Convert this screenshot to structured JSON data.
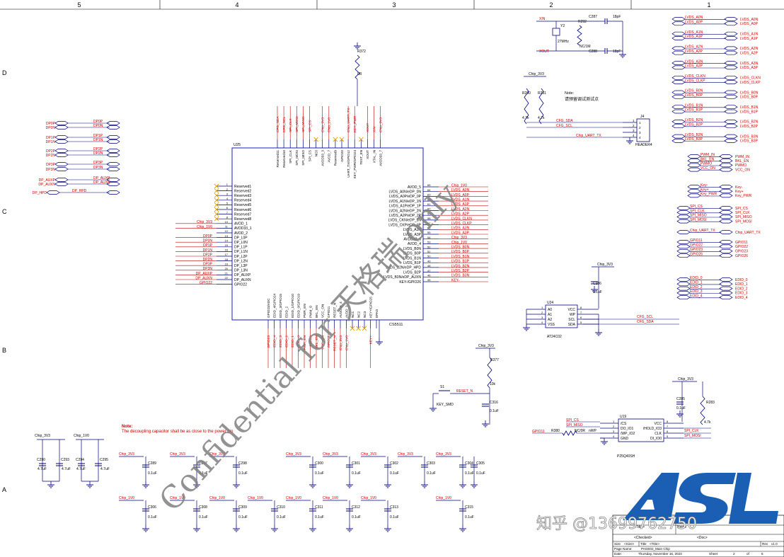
{
  "border": {
    "columns": [
      "5",
      "4",
      "3",
      "2",
      "1"
    ],
    "rows": [
      "D",
      "C",
      "B",
      "A"
    ]
  },
  "chip": {
    "ref": "U25",
    "part": "CS5511",
    "left_pins": [
      {
        "num": "1",
        "name": "Reserved1"
      },
      {
        "num": "2",
        "name": "Reserved2"
      },
      {
        "num": "3",
        "name": "Reserved3"
      },
      {
        "num": "4",
        "name": "Reserved4"
      },
      {
        "num": "5",
        "name": "Reserved5"
      },
      {
        "num": "6",
        "name": "Reserved6"
      },
      {
        "num": "7",
        "name": "Reserved7"
      },
      {
        "num": "8",
        "name": "Reserved8"
      },
      {
        "num": "10",
        "name": "AVDD_1"
      },
      {
        "num": "11",
        "name": "AVDD33_1"
      },
      {
        "num": "12",
        "name": "AVDD_2"
      },
      {
        "num": "13",
        "name": "DP_L0P"
      },
      {
        "num": "14",
        "name": "DP_L0N"
      },
      {
        "num": "15",
        "name": "DP_L1P"
      },
      {
        "num": "16",
        "name": "DP_L1N"
      },
      {
        "num": "17",
        "name": "DP_L2P"
      },
      {
        "num": "18",
        "name": "DP_L2N"
      },
      {
        "num": "19",
        "name": "DP_L3P"
      },
      {
        "num": "20",
        "name": "DP_L3N"
      },
      {
        "num": "21",
        "name": "DP_AUXP"
      },
      {
        "num": "22",
        "name": "DP_AUXN"
      },
      {
        "num": "",
        "name": "GPIO22"
      }
    ],
    "left_nets": [
      "",
      "",
      "",
      "",
      "",
      "",
      "",
      "",
      "Chip_3V3",
      "Chip_1V0",
      "",
      "DP0P",
      "DP0N",
      "DP1P",
      "DP1N",
      "DP2P",
      "DP2N",
      "DP3P",
      "DP3N",
      "DP_AUXP",
      "DP_AUXN",
      "GPIO22"
    ],
    "right_pins": [
      {
        "num": "65",
        "name": "AVDD_5"
      },
      {
        "num": "64",
        "name": "LVDS_A0N/eDP_0N"
      },
      {
        "num": "63",
        "name": "LVDS_A0P/eDP_0P"
      },
      {
        "num": "62",
        "name": "LVDS_A1N/eDP_1N"
      },
      {
        "num": "61",
        "name": "LVDS_A1P/eDP_1P"
      },
      {
        "num": "60",
        "name": "LVDS_A2N/eDP_2N"
      },
      {
        "num": "59",
        "name": "LVDS_A2P/eDP_2P"
      },
      {
        "num": "58",
        "name": "LVDS_CKN/eDP_3N"
      },
      {
        "num": "57",
        "name": "LVDS_CKP/eDP_3P"
      },
      {
        "num": "56",
        "name": "LVDS_A3N"
      },
      {
        "num": "55",
        "name": "LVDS_A3P"
      },
      {
        "num": "54",
        "name": "AVDD33_6"
      },
      {
        "num": "53",
        "name": "AVDD_4"
      },
      {
        "num": "52",
        "name": "LVDS_B0N"
      },
      {
        "num": "51",
        "name": "LVDS_B0P"
      },
      {
        "num": "50",
        "name": "LVDS_B1N"
      },
      {
        "num": "49",
        "name": "LVDS_B1P"
      },
      {
        "num": "48",
        "name": "LVDS_B2N/eDP_HPD"
      },
      {
        "num": "47",
        "name": "LVDS_B2P"
      },
      {
        "num": "46",
        "name": "LVDS_B3N/eDP_AUXN"
      },
      {
        "num": "45",
        "name": "KEY-/GPIO26"
      }
    ],
    "right_nets": [
      "Chip_1V0",
      "LVDS_A0N",
      "LVDS_A0P",
      "LVDS_A1N",
      "LVDS_A1P",
      "LVDS_A2N",
      "LVDS_A2P",
      "LVDS_CLKN",
      "LVDS_CLKP",
      "LVDS_A3N",
      "LVDS_A3P",
      "Chip_3V3",
      "Chip_1V0",
      "LVDS_B0N",
      "LVDS_B0P",
      "LVDS_B1N",
      "LVDS_B1P",
      "LVDS_B2N",
      "LVDS_B2P",
      "LVDS_B3N",
      "KEY-"
    ],
    "top_pins": [
      "Reserved11",
      "Reserved10",
      "SPI_CLK",
      "SPI_MOSI",
      "SPI_MISO",
      "SPI_CS",
      "NC0",
      "AVDD33_3",
      "AVDD_7",
      "Reserved9",
      "GPIO20",
      "UART_TX/GPIO12",
      "KEY_PWR/GPIO24",
      "TEST_EN",
      "XOUT",
      "XTAL_IN",
      "AVDD33_7"
    ],
    "top_nets": [
      "CFG_SDA",
      "CFG_SCL",
      "SPI_CLK",
      "SPI_MOSI",
      "SPI_MISO",
      "SPI_CS",
      "",
      "Chip_3V3",
      "Chip_1V0",
      "",
      "",
      "Chip_UART_TX",
      "KEY_PWR",
      "",
      "XOUT",
      "XIN",
      "Chip_3V3"
    ],
    "bottom_pins": [
      "GPIO23/ADC",
      "EDID_4/GPIO24",
      "EDID_3/GPIO15",
      "EDID_2",
      "EDID_1/GPIO10",
      "EDID_0/GPIO19",
      "PWR_EN",
      "PWM_O",
      "BKL_EN",
      "VCC_ON",
      "GPIO11",
      "RESET_N",
      "AVDD33_4",
      "AVDD_3",
      "NC1",
      "NC2",
      "NC3",
      "KEY+/GPIO25",
      "EPAD"
    ],
    "bottom_nets": [
      "GPIO23",
      "EDID_4",
      "EDID_3",
      "EDID_2",
      "EDID_1",
      "EDID_0",
      "PWR_EN",
      "PWMO",
      "BKL_EN",
      "VCC_ON",
      "GPIO11",
      "RESET_N",
      "Chip_3V3",
      "Chip_1V0",
      "",
      "",
      "",
      "KEY+",
      ""
    ]
  },
  "dp_connector": {
    "ports": [
      {
        "in": "DP0P",
        "out": "DP0P"
      },
      {
        "in": "DP0N",
        "out": "DP0N"
      },
      {
        "in": "DP1P",
        "out": "DP1P"
      },
      {
        "in": "DP1N",
        "out": "DP1N"
      },
      {
        "in": "DP2P",
        "out": "DP2P"
      },
      {
        "in": "DP2N",
        "out": "DP2N"
      },
      {
        "in": "DP3P",
        "out": "DP3P"
      },
      {
        "in": "DP3N",
        "out": "DP3N"
      },
      {
        "in": "DP_AUXP",
        "out": "DP_AUXP"
      },
      {
        "in": "DP_AUXN",
        "out": "DP_AUXN"
      },
      {
        "in": "DP_HPD",
        "out": "DP_HPD"
      }
    ]
  },
  "lvds_ports": [
    {
      "in": "LVDS_A0N",
      "out": "LVDS_A0N"
    },
    {
      "in": "LVDS_A0P",
      "out": "LVDS_A0P"
    },
    {
      "in": "LVDS_A1N",
      "out": "LVDS_A1N"
    },
    {
      "in": "LVDS_A1P",
      "out": "LVDS_A1P"
    },
    {
      "in": "LVDS_A2N",
      "out": "LVDS_A2N"
    },
    {
      "in": "LVDS_A2P",
      "out": "LVDS_A2P"
    },
    {
      "in": "LVDS_A3N",
      "out": "LVDS_A3N"
    },
    {
      "in": "LVDS_A3P",
      "out": "LVDS_A3P"
    },
    {
      "in": "LVDS_CLKN",
      "out": "LVDS_CLKN"
    },
    {
      "in": "LVDS_CLKP",
      "out": "LVDS_CLKP"
    },
    {
      "in": "LVDS_B0N",
      "out": "LVDS_B0N"
    },
    {
      "in": "LVDS_B0P",
      "out": "LVDS_B0P"
    },
    {
      "in": "LVDS_B1N",
      "out": "LVDS_B1N"
    },
    {
      "in": "LVDS_B1P",
      "out": "LVDS_B1P"
    },
    {
      "in": "LVDS_B2N",
      "out": "LVDS_B2N"
    },
    {
      "in": "LVDS_B2P",
      "out": "LVDS_B2P"
    },
    {
      "in": "LVDS_B3N",
      "out": "LVDS_B3N"
    },
    {
      "in": "LVDS_B3P",
      "out": "LVDS_B3P"
    }
  ],
  "power_ports": [
    {
      "in": "PWM_IN",
      "out": "PWM_IN"
    },
    {
      "in": "BKL_EN",
      "out": "BKL_EN"
    },
    {
      "in": "PWMO",
      "out": "PWMO"
    },
    {
      "in": "VCC_ON",
      "out": "VCC_ON"
    }
  ],
  "key_ports": [
    {
      "in": "Key-",
      "out": "Key-"
    },
    {
      "in": "Key+",
      "out": "Key+"
    },
    {
      "in": "Key_PWR",
      "out": "Key_PWR"
    }
  ],
  "spi_ports": [
    {
      "in": "SPI_CS",
      "out": "SPI_CS"
    },
    {
      "in": "SPI_CLK",
      "out": "SPI_CLK"
    },
    {
      "in": "SPI_MISO",
      "out": "SPI_MISO"
    },
    {
      "in": "SPI_MOSI",
      "out": "SPI_MOSI"
    }
  ],
  "uart_port": {
    "in": "Chip_UART_TX",
    "out": "Chip_UART_TX"
  },
  "gpio_ports": [
    {
      "in": "GPIO11",
      "out": "GPIO11"
    },
    {
      "in": "GPIO22",
      "out": "GPIO22"
    },
    {
      "in": "GPIO23",
      "out": "GPIO23"
    },
    {
      "in": "GPIO26",
      "out": "GPIO26"
    }
  ],
  "edid_ports": [
    {
      "in": "EDID_0",
      "out": "EDID_0"
    },
    {
      "in": "EDID_1",
      "out": "EDID_1"
    },
    {
      "in": "EDID_2",
      "out": "EDID_2"
    },
    {
      "in": "EDID_3",
      "out": "EDID_3"
    },
    {
      "in": "EDID_4",
      "out": "EDID_4"
    }
  ],
  "crystal": {
    "xin": "XIN",
    "xout": "XOUT",
    "ref": "Y2",
    "freq": "27MHz",
    "r_ref": "R292",
    "r_val": "NC/1M",
    "c1_ref": "C287",
    "c1_val": "18pF",
    "c2_ref": "C288",
    "c2_val": "18pF"
  },
  "top_resistor": {
    "ref": "R372",
    "val": "0R"
  },
  "header": {
    "ref": "J4",
    "part": "HEADER4",
    "note_title": "Note:",
    "note_text": "请预留调试测试点",
    "supply": "Chip_3V3",
    "r1_ref": "R290",
    "r1_val": "4.7k",
    "r2_ref": "R291",
    "r2_val": "4.7k",
    "nets": [
      "CFG_SDA",
      "CFG_SCL",
      "Chip_UART_TX"
    ],
    "pins": [
      "1",
      "2",
      "3",
      "4"
    ]
  },
  "eeprom": {
    "ref": "U24",
    "part": "AT24C02",
    "supply": "Chip_3V3",
    "cap_ref": "C286",
    "cap_val": "0.1uF",
    "left": [
      {
        "num": "1",
        "name": "A0"
      },
      {
        "num": "2",
        "name": "A1"
      },
      {
        "num": "3",
        "name": "A2"
      },
      {
        "num": "4",
        "name": "VSS"
      }
    ],
    "right": [
      {
        "num": "8",
        "name": "VCC"
      },
      {
        "num": "7",
        "name": "WP"
      },
      {
        "num": "6",
        "name": "SCL"
      },
      {
        "num": "5",
        "name": "SDA"
      }
    ],
    "nets": [
      "CFG_SCL",
      "CFG_SDA"
    ]
  },
  "reset": {
    "supply": "Chip_3V3",
    "r_ref": "R377",
    "r_val": "10k",
    "sw_ref": "S1",
    "sw_part": "KEY_SMD",
    "net": "RESET_N",
    "cap_ref": "C316",
    "cap_val": "0.1uF"
  },
  "flash": {
    "ref": "U19",
    "part": "P25Q40SH",
    "supply": "Chip_3V3",
    "cap_ref": "C285",
    "cap_val": "0.1uF",
    "r_ref": "R283",
    "r_val": "4.7k",
    "rs_ref": "R380",
    "rs_val": "NC/0R",
    "left": [
      {
        "num": "1",
        "name": "/CS"
      },
      {
        "num": "2",
        "name": "DO_IO1"
      },
      {
        "num": "3",
        "name": "/WP_IO2"
      },
      {
        "num": "4",
        "name": "GND"
      }
    ],
    "right": [
      {
        "num": "8",
        "name": "VCC"
      },
      {
        "num": "7",
        "name": "/HOLD_IO3"
      },
      {
        "num": "6",
        "name": "CLK"
      },
      {
        "num": "5",
        "name": "DI_IO0"
      }
    ],
    "left_nets": [
      "SPI_CS",
      "SPI_MISO"
    ],
    "gpio_net": "GPIO11",
    "wp_label": "nWP",
    "right_nets": [
      "SPI_CLK",
      "SPI_MOSI"
    ]
  },
  "note": {
    "title": "Note:",
    "text": "The decoupling capacitor shall be as close to the power pin"
  },
  "big_caps": [
    {
      "supply": "Chip_3V3",
      "ref": "C290",
      "val": "4.7uF",
      "ref2": "C293",
      "val2": "4.7uF"
    },
    {
      "supply": "Chip_1V0",
      "ref": "C294",
      "val": "4.7uF",
      "ref2": "C295",
      "val2": "4.7uF"
    }
  ],
  "decap_row1": [
    {
      "supply": "Chip_3V3",
      "ref": "C289",
      "val": "0.1uF"
    },
    {
      "supply": "Chip_3V3",
      "ref": "C297",
      "val": "0.1uF"
    },
    {
      "supply": "Chip_3V3",
      "ref": "C298",
      "val": "0.1uF"
    },
    {
      "supply": "Chip_3V3",
      "ref": "C300",
      "val": "0.1uF"
    },
    {
      "supply": "Chip_3V3",
      "ref": "C301",
      "val": "0.1uF"
    },
    {
      "supply": "Chip_3V3",
      "ref": "C302",
      "val": "0.1uF"
    },
    {
      "supply": "Chip_3V3",
      "ref": "C303",
      "val": "0.1uF"
    },
    {
      "supply": "Chip_3V3",
      "ref": "C304",
      "val": "0.1uF"
    },
    {
      "supply": "",
      "ref": "C305",
      "val": "0.1uF"
    }
  ],
  "decap_row2": [
    {
      "supply": "Chip_1V0",
      "ref": "C306",
      "val": "0.1uF"
    },
    {
      "supply": "Chip_1V0",
      "ref": "C308",
      "val": "0.1uF"
    },
    {
      "supply": "Chip_1V0",
      "ref": "C309",
      "val": "0.1uF"
    },
    {
      "supply": "Chip_1V0",
      "ref": "C310",
      "val": "0.1uF"
    },
    {
      "supply": "Chip_1V0",
      "ref": "C311",
      "val": "0.1uF"
    },
    {
      "supply": "Chip_1V0",
      "ref": "C312",
      "val": "0.1uF"
    },
    {
      "supply": "Chip_1V0",
      "ref": "C313",
      "val": "0.1uF"
    },
    {
      "supply": "Chip_1V0",
      "ref": "C315",
      "val": "0.1uF"
    }
  ],
  "title_block": {
    "company_label": "Company",
    "company": "",
    "title_label": "Title",
    "title": "<Title>",
    "name_label": "Name",
    "checked": "<Checked>",
    "doc": "<Doc>",
    "size_label": "Size",
    "size": "<Size>",
    "title2_label": "Title",
    "rev_label": "Rev",
    "rev": "v1.0",
    "page_label": "Page Name:",
    "page": "PAGE02_Main Chip",
    "date_label": "Date:",
    "date": "Thursday, November 16, 2023",
    "sheet_label": "Sheet",
    "sheet": "2",
    "of_label": "of",
    "of": "6"
  },
  "watermark": {
    "text": "Confidential for 天格瑞 only",
    "credit": "知乎 @13699762750",
    "logo": "ASL"
  },
  "colors": {
    "net": "#c00000",
    "wire": "#00007a",
    "part": "#000000",
    "logo": "#1a5fb4",
    "watermark": "#7f7f7f"
  }
}
